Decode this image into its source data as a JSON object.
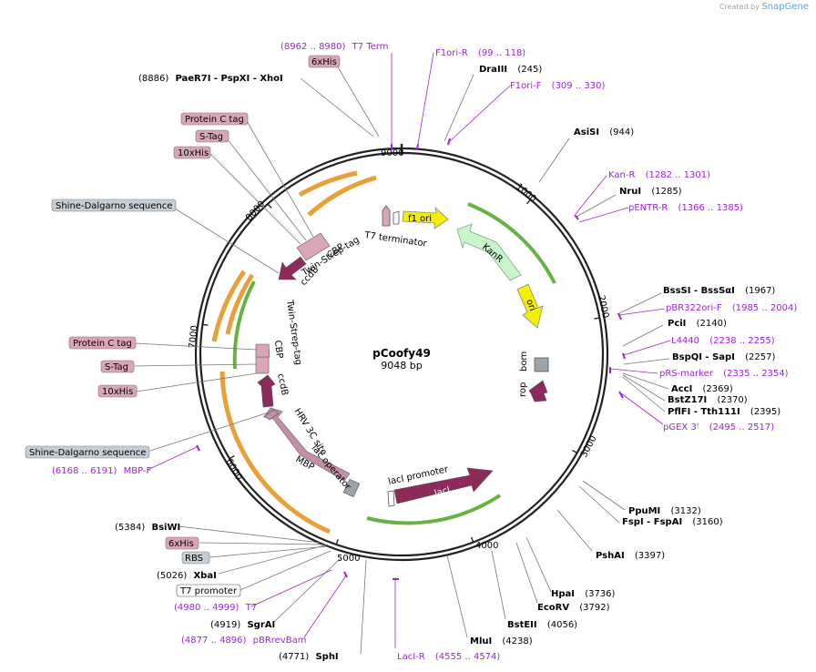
{
  "credit": {
    "prefix": "Created by",
    "brand": "SnapGene"
  },
  "plasmid": {
    "name": "pCoofy49",
    "length_label": "9048 bp"
  },
  "colors": {
    "backbone": "#222222",
    "primer": "#a020e0",
    "pink_box": "#d9a6b8",
    "grey_box": "#c7ced3",
    "feature_dark": "#8c2a5b",
    "feature_yellow": "#f5ef00",
    "feature_mint": "#c9f5c9",
    "feature_orange": "#e8a13a",
    "feature_green": "#66b343",
    "feature_mauve": "#c58ea8",
    "feature_grey": "#9aa4aa"
  },
  "ticks": [
    "1000",
    "2000",
    "3000",
    "4000",
    "5000",
    "6000",
    "7000",
    "8000",
    "9000"
  ],
  "enzymes": [
    {
      "name": "DraIII",
      "pos": "(245)"
    },
    {
      "name": "AsiSI",
      "pos": "(944)"
    },
    {
      "name": "NruI",
      "pos": "(1285)"
    },
    {
      "name": "BssSI - BssSαI",
      "pos": "(1967)"
    },
    {
      "name": "PciI",
      "pos": "(2140)"
    },
    {
      "name": "BspQI - SapI",
      "pos": "(2257)"
    },
    {
      "name": "AccI",
      "pos": "(2369)"
    },
    {
      "name": "BstZ17I",
      "pos": "(2370)"
    },
    {
      "name": "PflFI - Tth111I",
      "pos": "(2395)"
    },
    {
      "name": "PpuMI",
      "pos": "(3132)"
    },
    {
      "name": "FspI - FspAI",
      "pos": "(3160)"
    },
    {
      "name": "PshAI",
      "pos": "(3397)"
    },
    {
      "name": "HpaI",
      "pos": "(3736)"
    },
    {
      "name": "EcoRV",
      "pos": "(3792)"
    },
    {
      "name": "BstEII",
      "pos": "(4056)"
    },
    {
      "name": "MluI",
      "pos": "(4238)"
    },
    {
      "name": "SphI",
      "pos": "(4771)"
    },
    {
      "name": "SgrAI",
      "pos": "(4919)"
    },
    {
      "name": "XbaI",
      "pos": "(5026)"
    },
    {
      "name": "BsiWI",
      "pos": "(5384)"
    },
    {
      "name": "PaeR7I - PspXI - XhoI",
      "pos": "(8886)"
    }
  ],
  "primers": [
    {
      "name": "T7 Term",
      "range": "(8962 .. 8980)"
    },
    {
      "name": "F1ori-R",
      "range": "(99 .. 118)"
    },
    {
      "name": "F1ori-F",
      "range": "(309 .. 330)"
    },
    {
      "name": "Kan-R",
      "range": "(1282 .. 1301)"
    },
    {
      "name": "pENTR-R",
      "range": "(1366 .. 1385)"
    },
    {
      "name": "pBR322ori-F",
      "range": "(1985 .. 2004)"
    },
    {
      "name": "L4440",
      "range": "(2238 .. 2255)"
    },
    {
      "name": "pRS-marker",
      "range": "(2335 .. 2354)"
    },
    {
      "name": "pGEX 3'",
      "range": "(2495 .. 2517)"
    },
    {
      "name": "LacI-R",
      "range": "(4555 .. 4574)"
    },
    {
      "name": "pBRrevBam",
      "range": "(4877 .. 4896)"
    },
    {
      "name": "T7",
      "range": "(4980 .. 4999)"
    },
    {
      "name": "MBP-F",
      "range": "(6168 .. 6191)"
    }
  ],
  "boxes": [
    "6xHis",
    "Protein C tag",
    "S-Tag",
    "10xHis",
    "Shine-Dalgarno sequence",
    "Protein C tag",
    "S-Tag",
    "10xHis",
    "Shine-Dalgarno sequence",
    "6xHis",
    "RBS",
    "T7 promoter"
  ],
  "features": [
    "T7 terminator",
    "f1 ori",
    "KanR",
    "ori",
    "bom",
    "rop",
    "lacI promoter",
    "lacI",
    "MBP",
    "lac operator",
    "HRV 3C site",
    "ccdB",
    "Twin-Strep-tag",
    "CBP",
    "ccdB",
    "Twin-Strep-tag",
    "CBP"
  ]
}
